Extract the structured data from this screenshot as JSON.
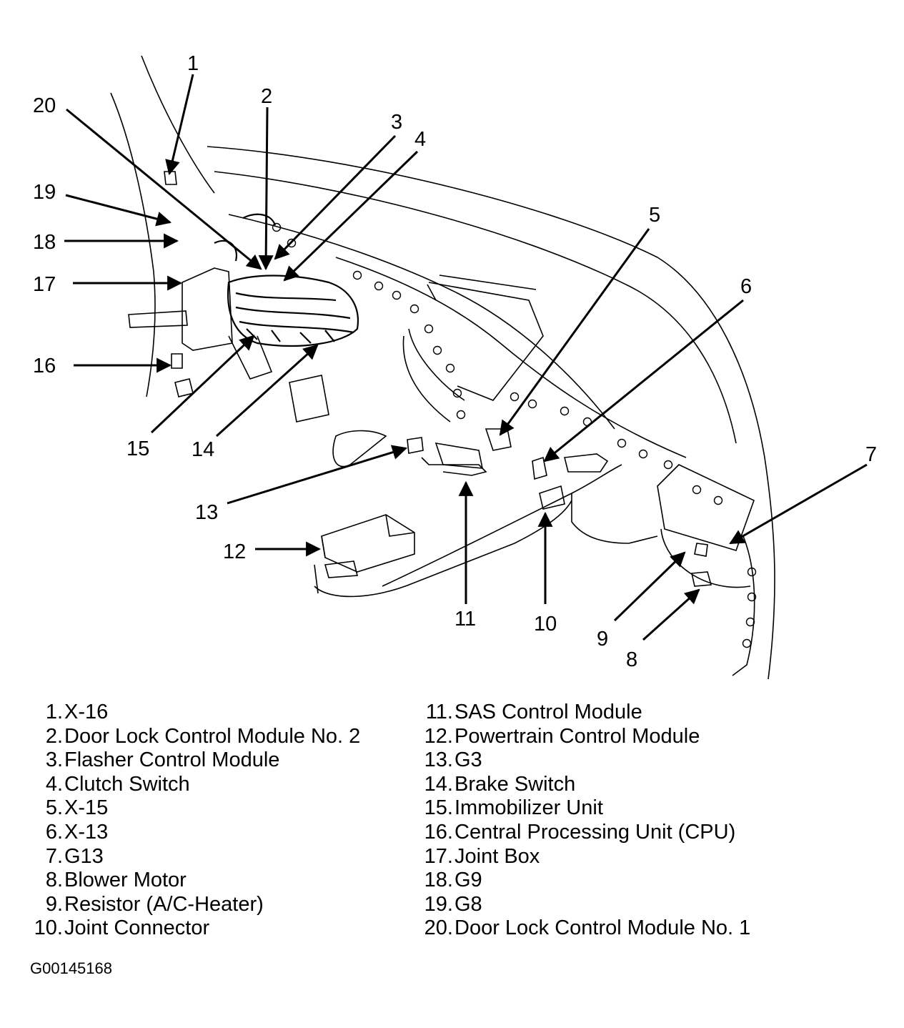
{
  "callouts": [
    "1",
    "2",
    "3",
    "4",
    "5",
    "6",
    "7",
    "8",
    "9",
    "10",
    "11",
    "12",
    "13",
    "14",
    "15",
    "16",
    "17",
    "18",
    "19",
    "20"
  ],
  "legend": {
    "left": [
      {
        "num": "1.",
        "label": "X-16"
      },
      {
        "num": "2.",
        "label": "Door Lock Control Module No. 2"
      },
      {
        "num": "3.",
        "label": "Flasher Control Module"
      },
      {
        "num": "4.",
        "label": "Clutch Switch"
      },
      {
        "num": "5.",
        "label": "X-15"
      },
      {
        "num": "6.",
        "label": "X-13"
      },
      {
        "num": "7.",
        "label": "G13"
      },
      {
        "num": "8.",
        "label": "Blower Motor"
      },
      {
        "num": "9.",
        "label": "Resistor (A/C-Heater)"
      },
      {
        "num": "10.",
        "label": "Joint Connector"
      }
    ],
    "right": [
      {
        "num": "11.",
        "label": "SAS Control Module"
      },
      {
        "num": "12.",
        "label": "Powertrain Control Module"
      },
      {
        "num": "13.",
        "label": "G3"
      },
      {
        "num": "14.",
        "label": "Brake Switch"
      },
      {
        "num": "15.",
        "label": "Immobilizer Unit"
      },
      {
        "num": "16.",
        "label": "Central Processing Unit (CPU)"
      },
      {
        "num": "17.",
        "label": "Joint Box"
      },
      {
        "num": "18.",
        "label": "G9"
      },
      {
        "num": "19.",
        "label": "G8"
      },
      {
        "num": "20.",
        "label": "Door Lock Control Module No. 1"
      }
    ]
  },
  "figure_id": "G00145168"
}
